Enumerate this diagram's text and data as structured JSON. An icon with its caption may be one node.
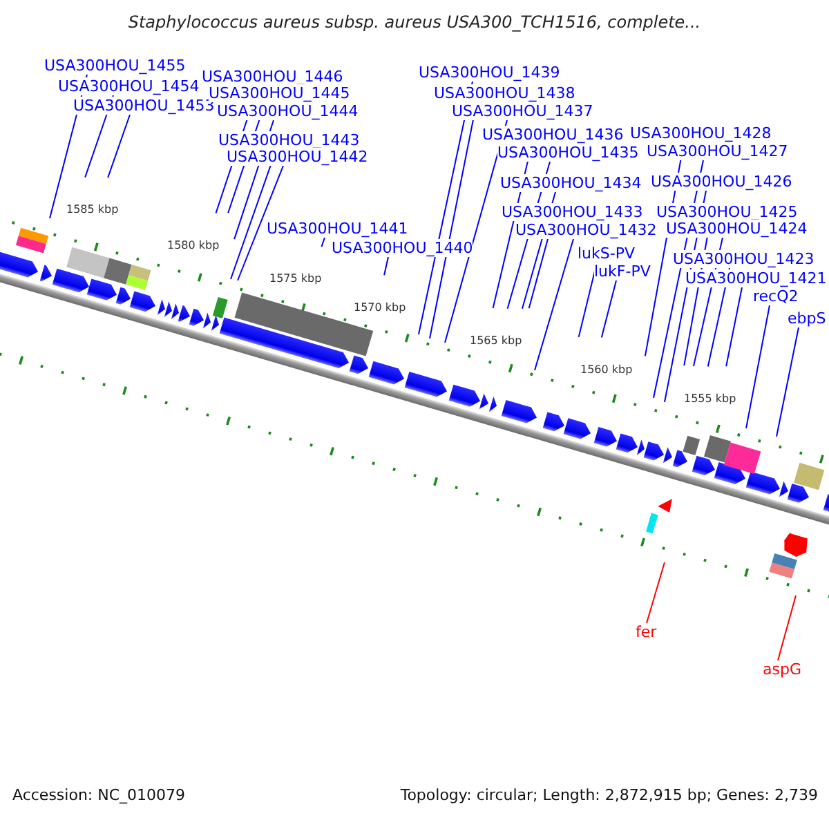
{
  "diagram": {
    "title": "Staphylococcus aureus subsp. aureus USA300_TCH1516, complete...",
    "nodes": [
      {
        "text": [
          "USA300HOU_1455"
        ]
      },
      {
        "text": [
          "USA300HOU_1454"
        ]
      },
      {
        "text": [
          "USA300HOU_1453"
        ]
      },
      {
        "text": [
          "USA300HOU_1446"
        ]
      },
      {
        "text": [
          "USA300HOU_1445"
        ]
      },
      {
        "text": [
          "USA300HOU_1444"
        ]
      },
      {
        "text": [
          "USA300HOU_1443"
        ]
      },
      {
        "text": [
          "USA300HOU_1442"
        ]
      },
      {
        "text": [
          "USA300HOU_1441"
        ]
      },
      {
        "text": [
          "USA300HOU_1440"
        ]
      },
      {
        "text": [
          "USA300HOU_1439"
        ]
      },
      {
        "text": [
          "USA300HOU_1438"
        ]
      },
      {
        "text": [
          "USA300HOU_1437"
        ]
      },
      {
        "text": [
          "USA300HOU_1436"
        ]
      },
      {
        "text": [
          "USA300HOU_1435"
        ]
      },
      {
        "text": [
          "USA300HOU_1434"
        ]
      },
      {
        "text": [
          "USA300HOU_1433"
        ]
      },
      {
        "text": [
          "USA300HOU_1432"
        ]
      },
      {
        "text": [
          "lukS-PV"
        ]
      },
      {
        "text": [
          "lukF-PV"
        ]
      },
      {
        "text": [
          "USA300HOU_1428"
        ]
      },
      {
        "text": [
          "USA300HOU_1427"
        ]
      },
      {
        "text": [
          "USA300HOU_1426"
        ]
      },
      {
        "text": [
          "USA300HOU_1425"
        ]
      },
      {
        "text": [
          "USA300HOU_1424"
        ]
      },
      {
        "text": [
          "USA300HOU_1423"
        ]
      },
      {
        "text": [
          "USA300HOU_1421"
        ]
      },
      {
        "text": [
          "recQ2"
        ]
      },
      {
        "text": [
          "ebpS"
        ]
      },
      {
        "text": [
          "fer"
        ]
      },
      {
        "text": [
          "aspG"
        ]
      }
    ],
    "edges": [
      {
        "from": 0,
        "to": null,
        "arrow": "none"
      },
      {
        "from": 1,
        "to": null,
        "arrow": "none"
      },
      {
        "from": 2,
        "to": null,
        "arrow": "none"
      },
      {
        "from": 3,
        "to": null,
        "arrow": "none"
      },
      {
        "from": 4,
        "to": null,
        "arrow": "none"
      },
      {
        "from": 5,
        "to": null,
        "arrow": "none"
      },
      {
        "from": 6,
        "to": null,
        "arrow": "none"
      },
      {
        "from": 7,
        "to": null,
        "arrow": "none"
      },
      {
        "from": 8,
        "to": null,
        "arrow": "none"
      },
      {
        "from": 9,
        "to": null,
        "arrow": "none"
      },
      {
        "from": 10,
        "to": null,
        "arrow": "none"
      },
      {
        "from": 11,
        "to": null,
        "arrow": "none"
      },
      {
        "from": 12,
        "to": null,
        "arrow": "none"
      },
      {
        "from": 13,
        "to": null,
        "arrow": "none"
      },
      {
        "from": 14,
        "to": null,
        "arrow": "none"
      },
      {
        "from": 15,
        "to": null,
        "arrow": "none"
      },
      {
        "from": 16,
        "to": null,
        "arrow": "none"
      },
      {
        "from": 17,
        "to": null,
        "arrow": "none"
      },
      {
        "from": 18,
        "to": null,
        "arrow": "none"
      },
      {
        "from": 19,
        "to": null,
        "arrow": "none"
      },
      {
        "from": 20,
        "to": null,
        "arrow": "none"
      },
      {
        "from": 21,
        "to": null,
        "arrow": "none"
      },
      {
        "from": 22,
        "to": null,
        "arrow": "none"
      },
      {
        "from": 23,
        "to": null,
        "arrow": "none"
      },
      {
        "from": 24,
        "to": null,
        "arrow": "none"
      },
      {
        "from": 25,
        "to": null,
        "arrow": "none"
      },
      {
        "from": 26,
        "to": null,
        "arrow": "none"
      },
      {
        "from": 27,
        "to": null,
        "arrow": "none"
      },
      {
        "from": 28,
        "to": null,
        "arrow": "none"
      },
      {
        "from": 29,
        "to": null,
        "arrow": "none",
        "color": "#ff0000"
      },
      {
        "from": 30,
        "to": null,
        "arrow": "none",
        "color": "#ff0000"
      }
    ],
    "labels": [
      "1585 kbp",
      "1580 kbp",
      "1575 kbp",
      "1570 kbp",
      "1565 kbp",
      "1560 kbp",
      "1555 kbp",
      "Accession: NC_010079",
      "Topology: circular; Length: 2,872,915 bp; Genes: 2,739"
    ]
  }
}
